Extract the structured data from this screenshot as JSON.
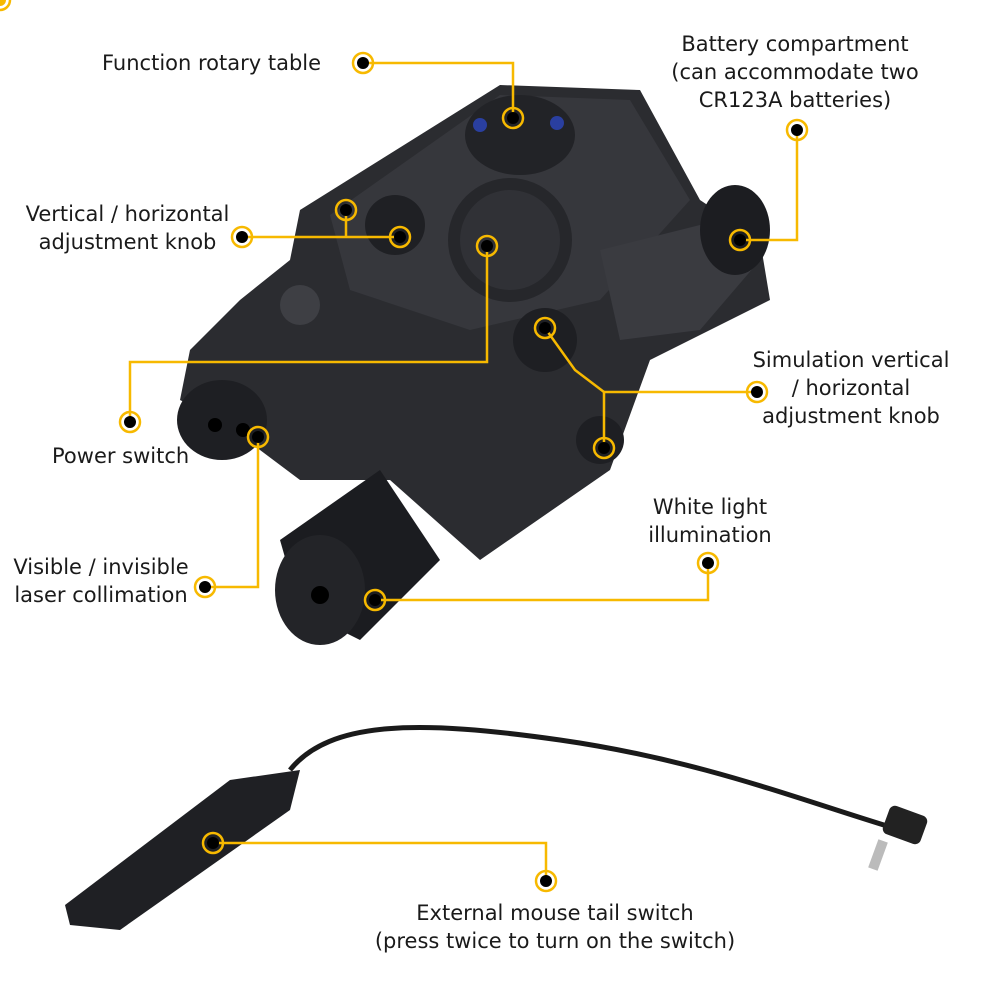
{
  "accent_color": "#f7b900",
  "callouts": {
    "rotary": {
      "lines": [
        "Function rotary table"
      ]
    },
    "battery": {
      "lines": [
        "Battery compartment",
        "(can accommodate two",
        "CR123A batteries)"
      ]
    },
    "adjust": {
      "lines": [
        "Vertical / horizontal",
        "adjustment knob"
      ]
    },
    "power": {
      "lines": [
        "Power switch"
      ]
    },
    "simulation": {
      "lines": [
        "Simulation vertical",
        "/ horizontal",
        "adjustment knob"
      ]
    },
    "laser": {
      "lines": [
        "Visible / invisible",
        "laser collimation"
      ]
    },
    "white_light": {
      "lines": [
        "White light",
        "illumination"
      ]
    },
    "tail_switch": {
      "lines": [
        "External mouse tail switch",
        "(press twice to turn on the switch)"
      ]
    }
  }
}
